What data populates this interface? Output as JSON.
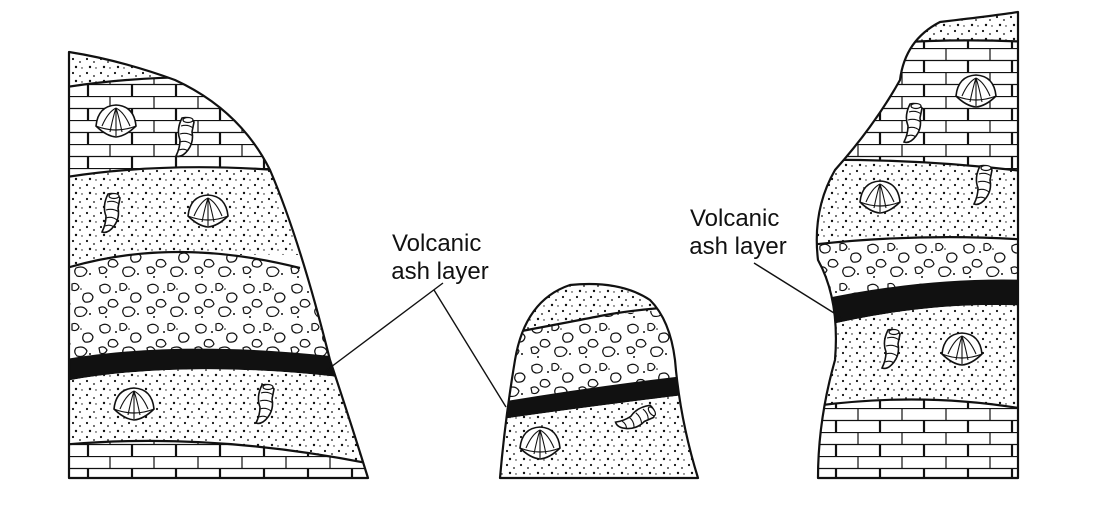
{
  "labels": {
    "ash_left": [
      "Volcanic",
      "ash layer"
    ],
    "ash_right": [
      "Volcanic",
      "ash layer"
    ]
  },
  "icons": [
    "brachiopod-fossil-icon",
    "gastropod-fossil-icon"
  ],
  "colors": {
    "ink": "#111111",
    "background": "#ffffff"
  }
}
